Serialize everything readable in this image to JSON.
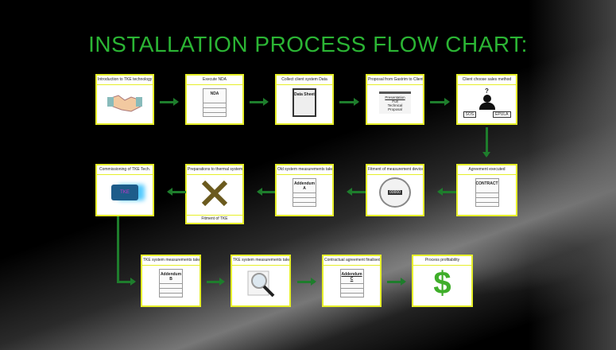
{
  "title": "INSTALLATION PROCESS FLOW CHART:",
  "steps": [
    {
      "label": "Introduction to TKE technology",
      "icon": "handshake-icon"
    },
    {
      "label": "Execute NDA",
      "icon": "document-pen-icon",
      "doc_text": "NDA"
    },
    {
      "label": "Collect client system Data",
      "icon": "clipboard-icon",
      "doc_text": "Data Sheet"
    },
    {
      "label": "Proposal from Gastrim to Client",
      "icon": "presentation-board-icon",
      "doc_title": "Presentation",
      "doc_lines": [
        "Full",
        "Technical",
        "Proposal"
      ]
    },
    {
      "label": "Client choose sales method",
      "icon": "person-question-icon",
      "question": "?",
      "options": [
        "SOS",
        "EPULA"
      ]
    },
    {
      "label": "Agreement executed",
      "icon": "document-pen-icon",
      "doc_text": "CONTRACT"
    },
    {
      "label": "Fitment of measurement device",
      "icon": "meter-icon",
      "meter_reading": "00000"
    },
    {
      "label": "Old system measurements taken",
      "icon": "document-pen-icon",
      "doc_text": "Addendum A"
    },
    {
      "label": "Preparations to thermal system",
      "icon": "tools-icon",
      "footer": "Fitment of TKE"
    },
    {
      "label": "Commissioning of TKE Tech.",
      "icon": "tke-device-icon",
      "device_text": "TKE"
    },
    {
      "label": "TKE system measurements taken",
      "icon": "document-pen-icon",
      "doc_text": "Addendum B"
    },
    {
      "label": "TKE system measurements taken",
      "icon": "magnifier-document-icon"
    },
    {
      "label": "Contractual agreement finalised",
      "icon": "document-pen-icon",
      "doc_text": "Addendum C"
    },
    {
      "label": "Process profitability",
      "icon": "dollar-icon",
      "symbol": "$"
    }
  ],
  "colors": {
    "title": "#2bb534",
    "arrow": "#1e7d2c",
    "border": "#e6ef2a"
  }
}
